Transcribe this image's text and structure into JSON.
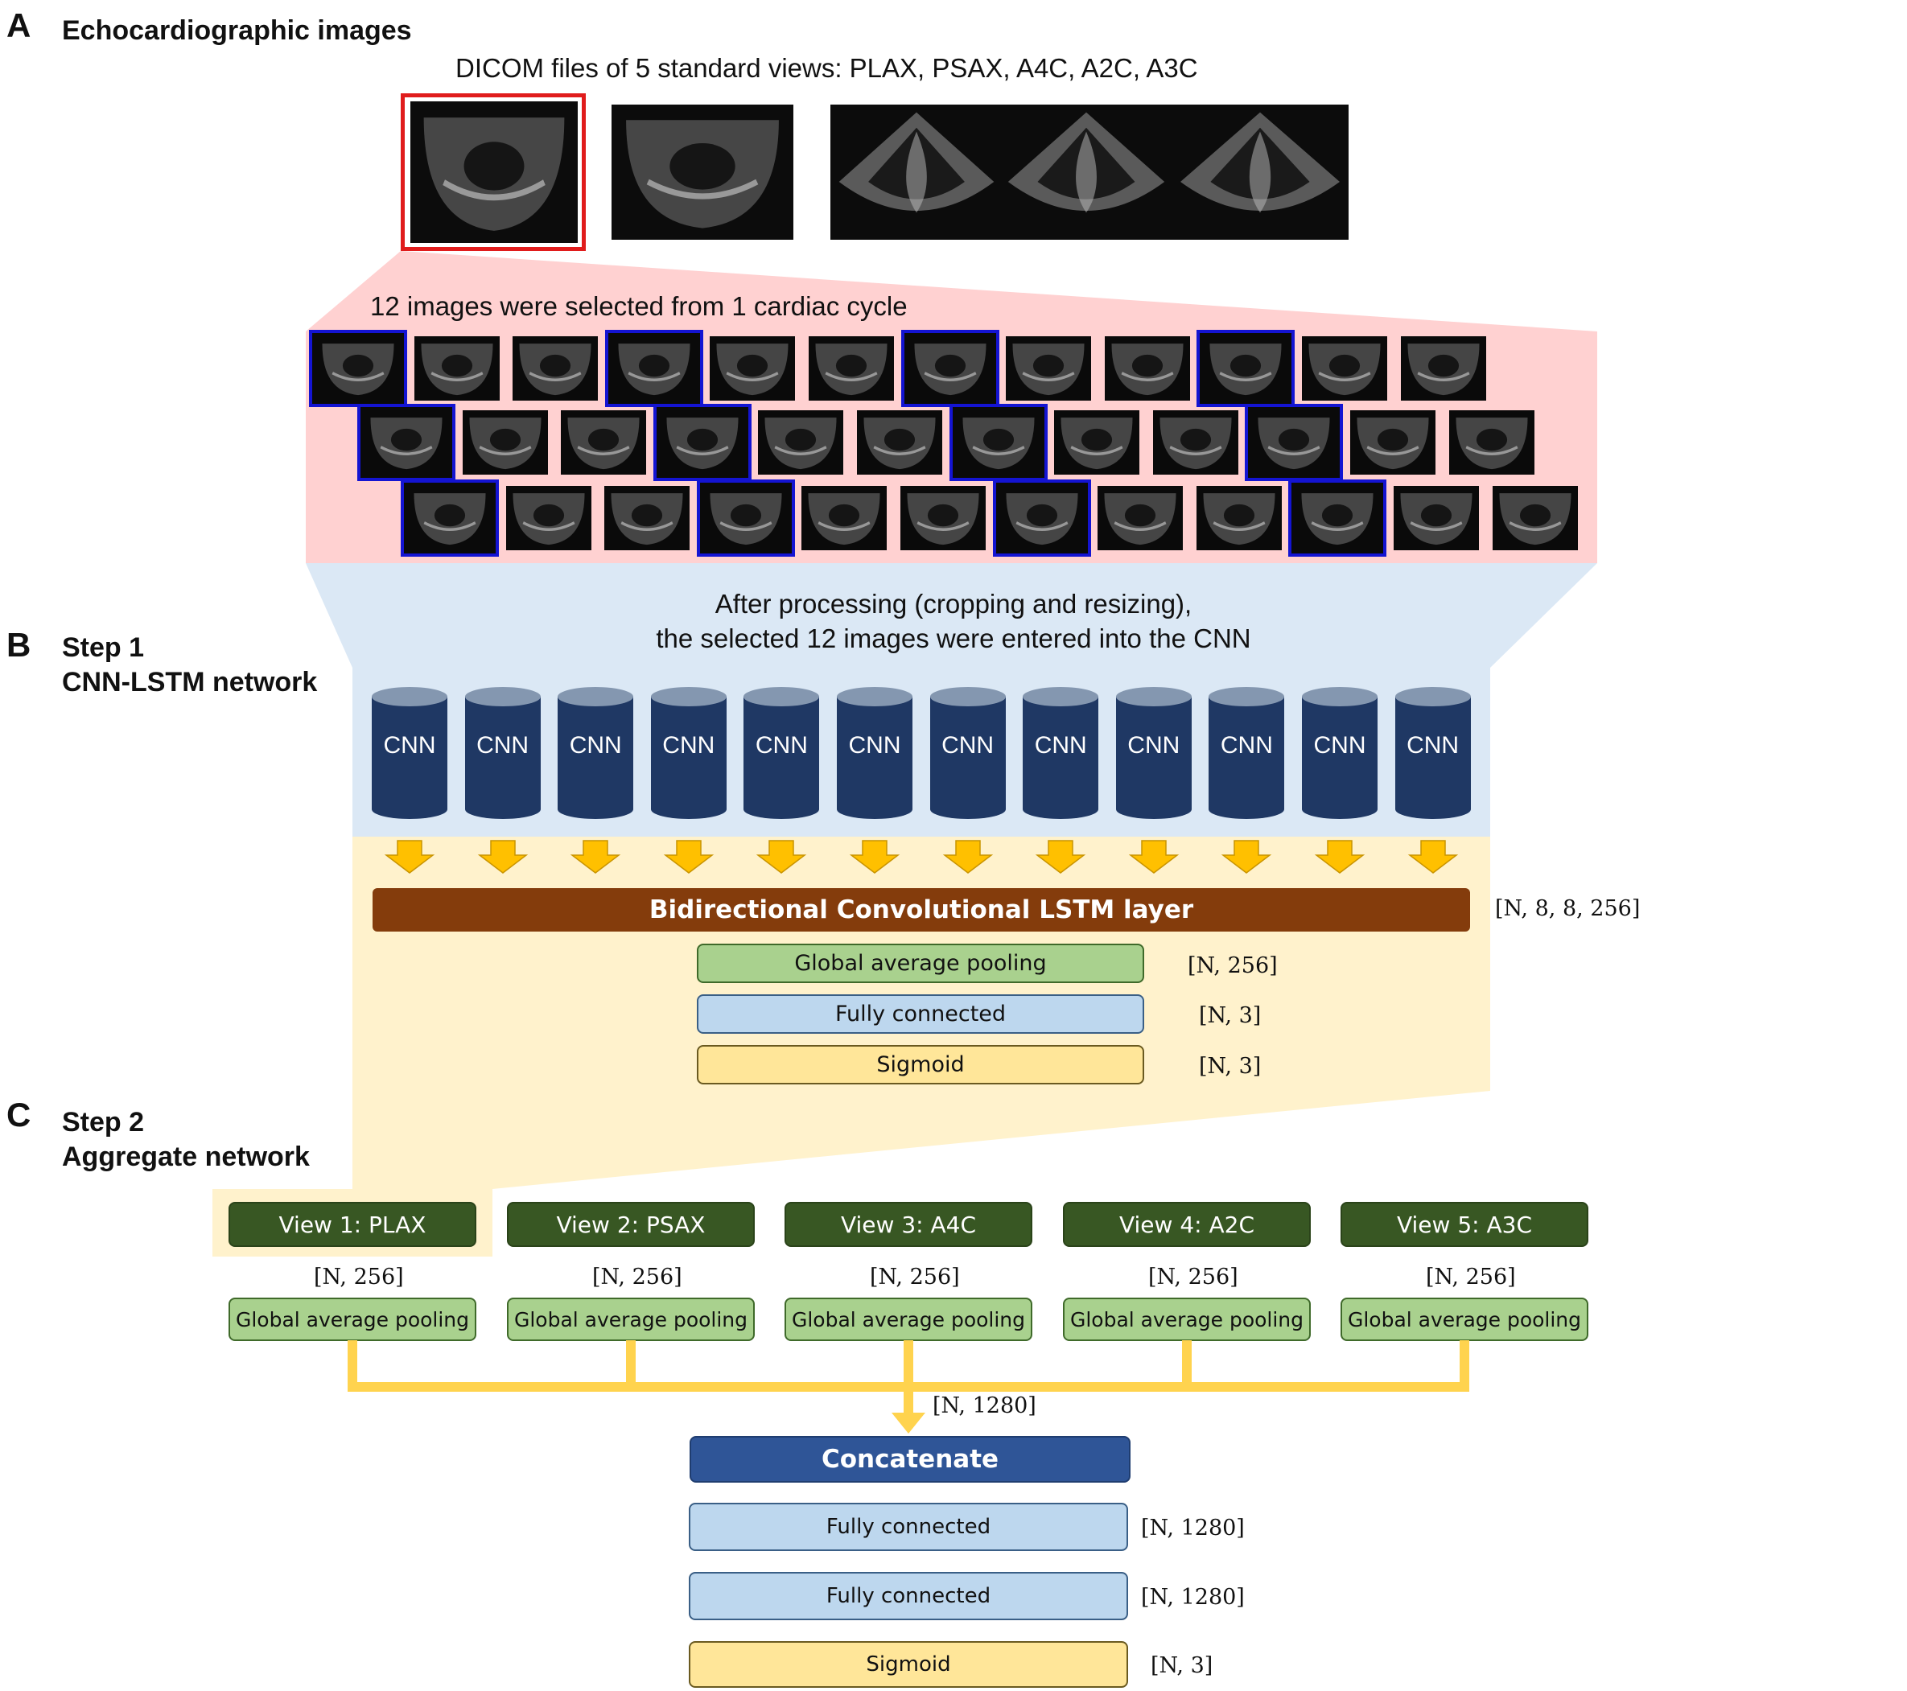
{
  "panelA": {
    "letter": "A",
    "title": "Echocardiographic images",
    "views_caption": "DICOM files of 5 standard views: PLAX, PSAX, A4C, A2C, A3C",
    "selection_caption": "12 images were selected from 1 cardiac cycle",
    "views": [
      "PLAX",
      "PSAX",
      "A4C",
      "A2C",
      "A3C"
    ],
    "frames_per_row": 12,
    "frame_rows": 3,
    "selected_per_row": [
      0,
      3,
      6,
      9
    ]
  },
  "panelB": {
    "letter": "B",
    "title_line1": "Step 1",
    "title_line2": "CNN-LSTM network",
    "processing_line1": "After processing (cropping and resizing),",
    "processing_line2": "the selected 12 images were entered into the CNN",
    "cnn_labels": [
      "CNN",
      "CNN",
      "CNN",
      "CNN",
      "CNN",
      "CNN",
      "CNN",
      "CNN",
      "CNN",
      "CNN",
      "CNN",
      "CNN"
    ],
    "lstm_label": "Bidirectional Convolutional LSTM layer",
    "lstm_shape": "[N, 8, 8, 256]",
    "layers": [
      {
        "label": "Global average pooling",
        "shape": "[N, 256]"
      },
      {
        "label": "Fully connected",
        "shape": "[N, 3]"
      },
      {
        "label": "Sigmoid",
        "shape": "[N, 3]"
      }
    ]
  },
  "panelC": {
    "letter": "C",
    "title_line1": "Step 2",
    "title_line2": "Aggregate network",
    "views": [
      {
        "label": "View 1: PLAX",
        "shape": "[N, 256]",
        "pool": "Global average pooling"
      },
      {
        "label": "View 2: PSAX",
        "shape": "[N, 256]",
        "pool": "Global average pooling"
      },
      {
        "label": "View 3: A4C",
        "shape": "[N, 256]",
        "pool": "Global average pooling"
      },
      {
        "label": "View 4: A2C",
        "shape": "[N, 256]",
        "pool": "Global average pooling"
      },
      {
        "label": "View 5: A3C",
        "shape": "[N, 256]",
        "pool": "Global average pooling"
      }
    ],
    "concat_shape": "[N, 1280]",
    "concat_label": "Concatenate",
    "layers": [
      {
        "label": "Fully connected",
        "shape": "[N, 1280]"
      },
      {
        "label": "Fully connected",
        "shape": "[N, 1280]"
      },
      {
        "label": "Sigmoid",
        "shape": "[N, 3]"
      }
    ]
  },
  "colors": {
    "red_highlight": "#e01c1c",
    "selected_frame": "#1414d2",
    "pink_band": "#ffd1d1",
    "blue_band": "#dbe8f5",
    "yellow_band": "#fff2cc",
    "cnn": "#1f3864",
    "lstm": "#843c0c",
    "arrow": "#ffc000",
    "connector": "#ffd34e"
  }
}
